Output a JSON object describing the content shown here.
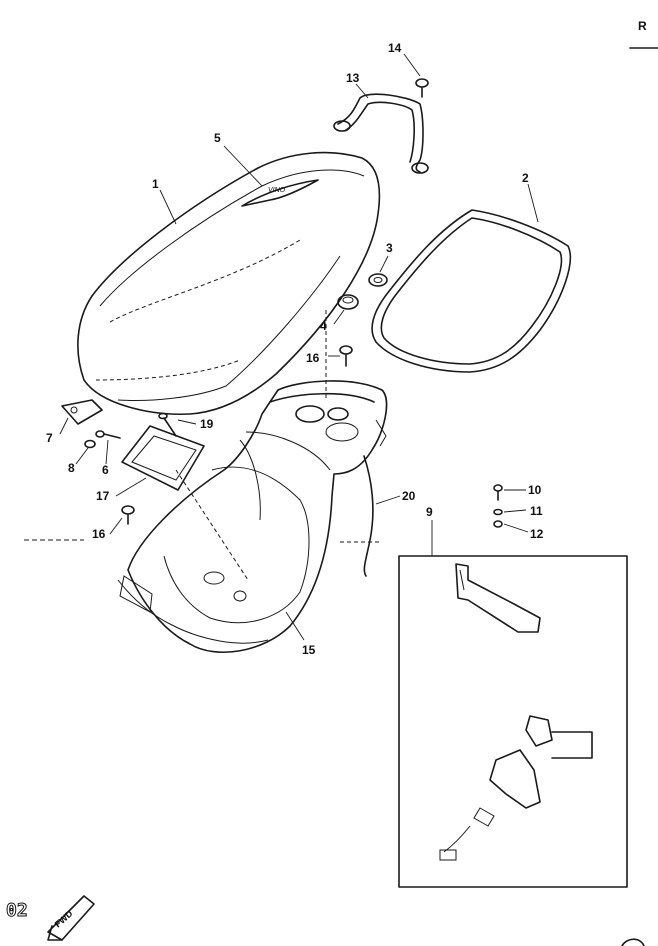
{
  "page": {
    "corner_letter": "R",
    "footer_code": "02",
    "fwd_label": "FWD"
  },
  "decal_text": "VINO",
  "callouts": {
    "c1": "1",
    "c2": "2",
    "c3": "3",
    "c4": "4",
    "c5": "5",
    "c6": "6",
    "c7": "7",
    "c8": "8",
    "c9": "9",
    "c10": "10",
    "c11": "11",
    "c12": "12",
    "c13": "13",
    "c14": "14",
    "c15": "15",
    "c16a": "16",
    "c16b": "16",
    "c17": "17",
    "c19": "19",
    "c20": "20"
  }
}
